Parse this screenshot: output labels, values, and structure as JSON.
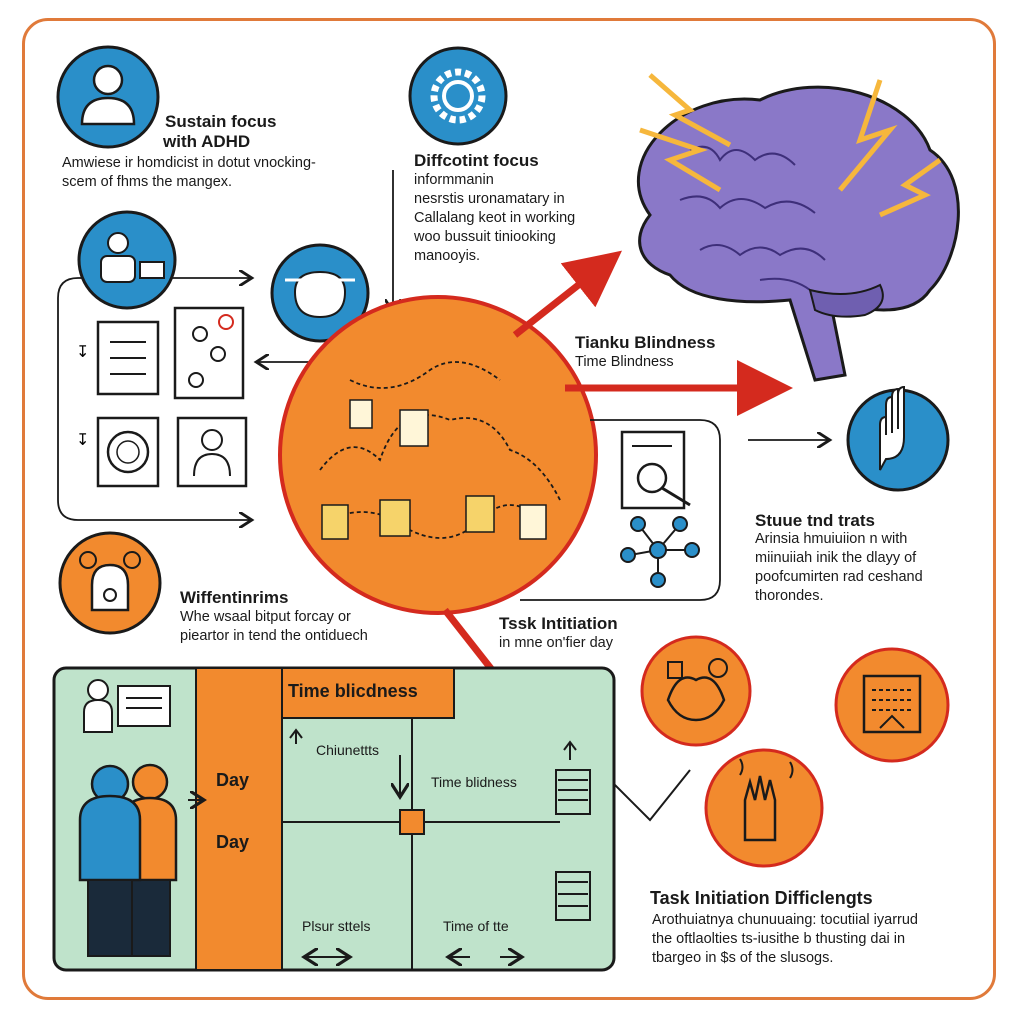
{
  "colors": {
    "frame": "#e07a3a",
    "blue": "#2a8fc9",
    "orange": "#f28a2e",
    "red": "#d42a1e",
    "green_panel": "#bfe3cb",
    "brain": "#8a78c8",
    "spark": "#f6b73c"
  },
  "blocks": {
    "sustain": {
      "title_line1": "Sustain focus",
      "title_line2": "with ADHD",
      "body_line1": "Amwiese ir homdicist in dotut vnocking-",
      "body_line2": "scem of fhms the mangex."
    },
    "difficult_focus": {
      "title": "Diffcotint focus",
      "body_line1": "informmanin",
      "body_line2": "nesrstis uronamatary in",
      "body_line3": "Callalang keot in working",
      "body_line4": "woo bussuit tiniooking",
      "body_line5": "manooyis."
    },
    "time_blindness": {
      "title": "Tianku Blindness",
      "subtitle": "Time Blindness"
    },
    "strategies": {
      "title": "Stuue tnd trats",
      "body_line1": "Arinsia hmuiuiion n with",
      "body_line2": "miinuiiah inik the dlayy of",
      "body_line3": "poofcumirten rad ceshand",
      "body_line4": "thorondes."
    },
    "task_initiation": {
      "title": "Tssk Intitiation",
      "subtitle": "in mne on'fier day"
    },
    "differentiators": {
      "title": "Wiffentinrims",
      "body_line1": "Whe wsaal bitput forcay or",
      "body_line2": "pieartor in tend the ontiduech"
    },
    "task_difficulty": {
      "title": "Task Initiation Difficlengts",
      "body_line1": "Arothuiatnya chunuuaing: tocutiial iyarrud",
      "body_line2": "the oftlaolties ts-iusithe b thusting dai in",
      "body_line3": "tbargeo in $s of the slusogs."
    }
  },
  "panel": {
    "header": "Time blicdness",
    "day_label_1": "Day",
    "day_label_2": "Day",
    "chart_label": "Chiunettts",
    "time_label": "Time blidness",
    "bottom_left": "Plsur sttels",
    "bottom_right": "Time of tte"
  },
  "icons": [
    "person-icon",
    "gear-icon",
    "brain-icon",
    "person-laptop-icon",
    "headset-icon",
    "document-icon",
    "flow-icon",
    "clock-icon",
    "user-icon",
    "hand-icon",
    "network-icon",
    "bell-person-icon",
    "calendar-icon",
    "hands-icon",
    "people-icon"
  ]
}
